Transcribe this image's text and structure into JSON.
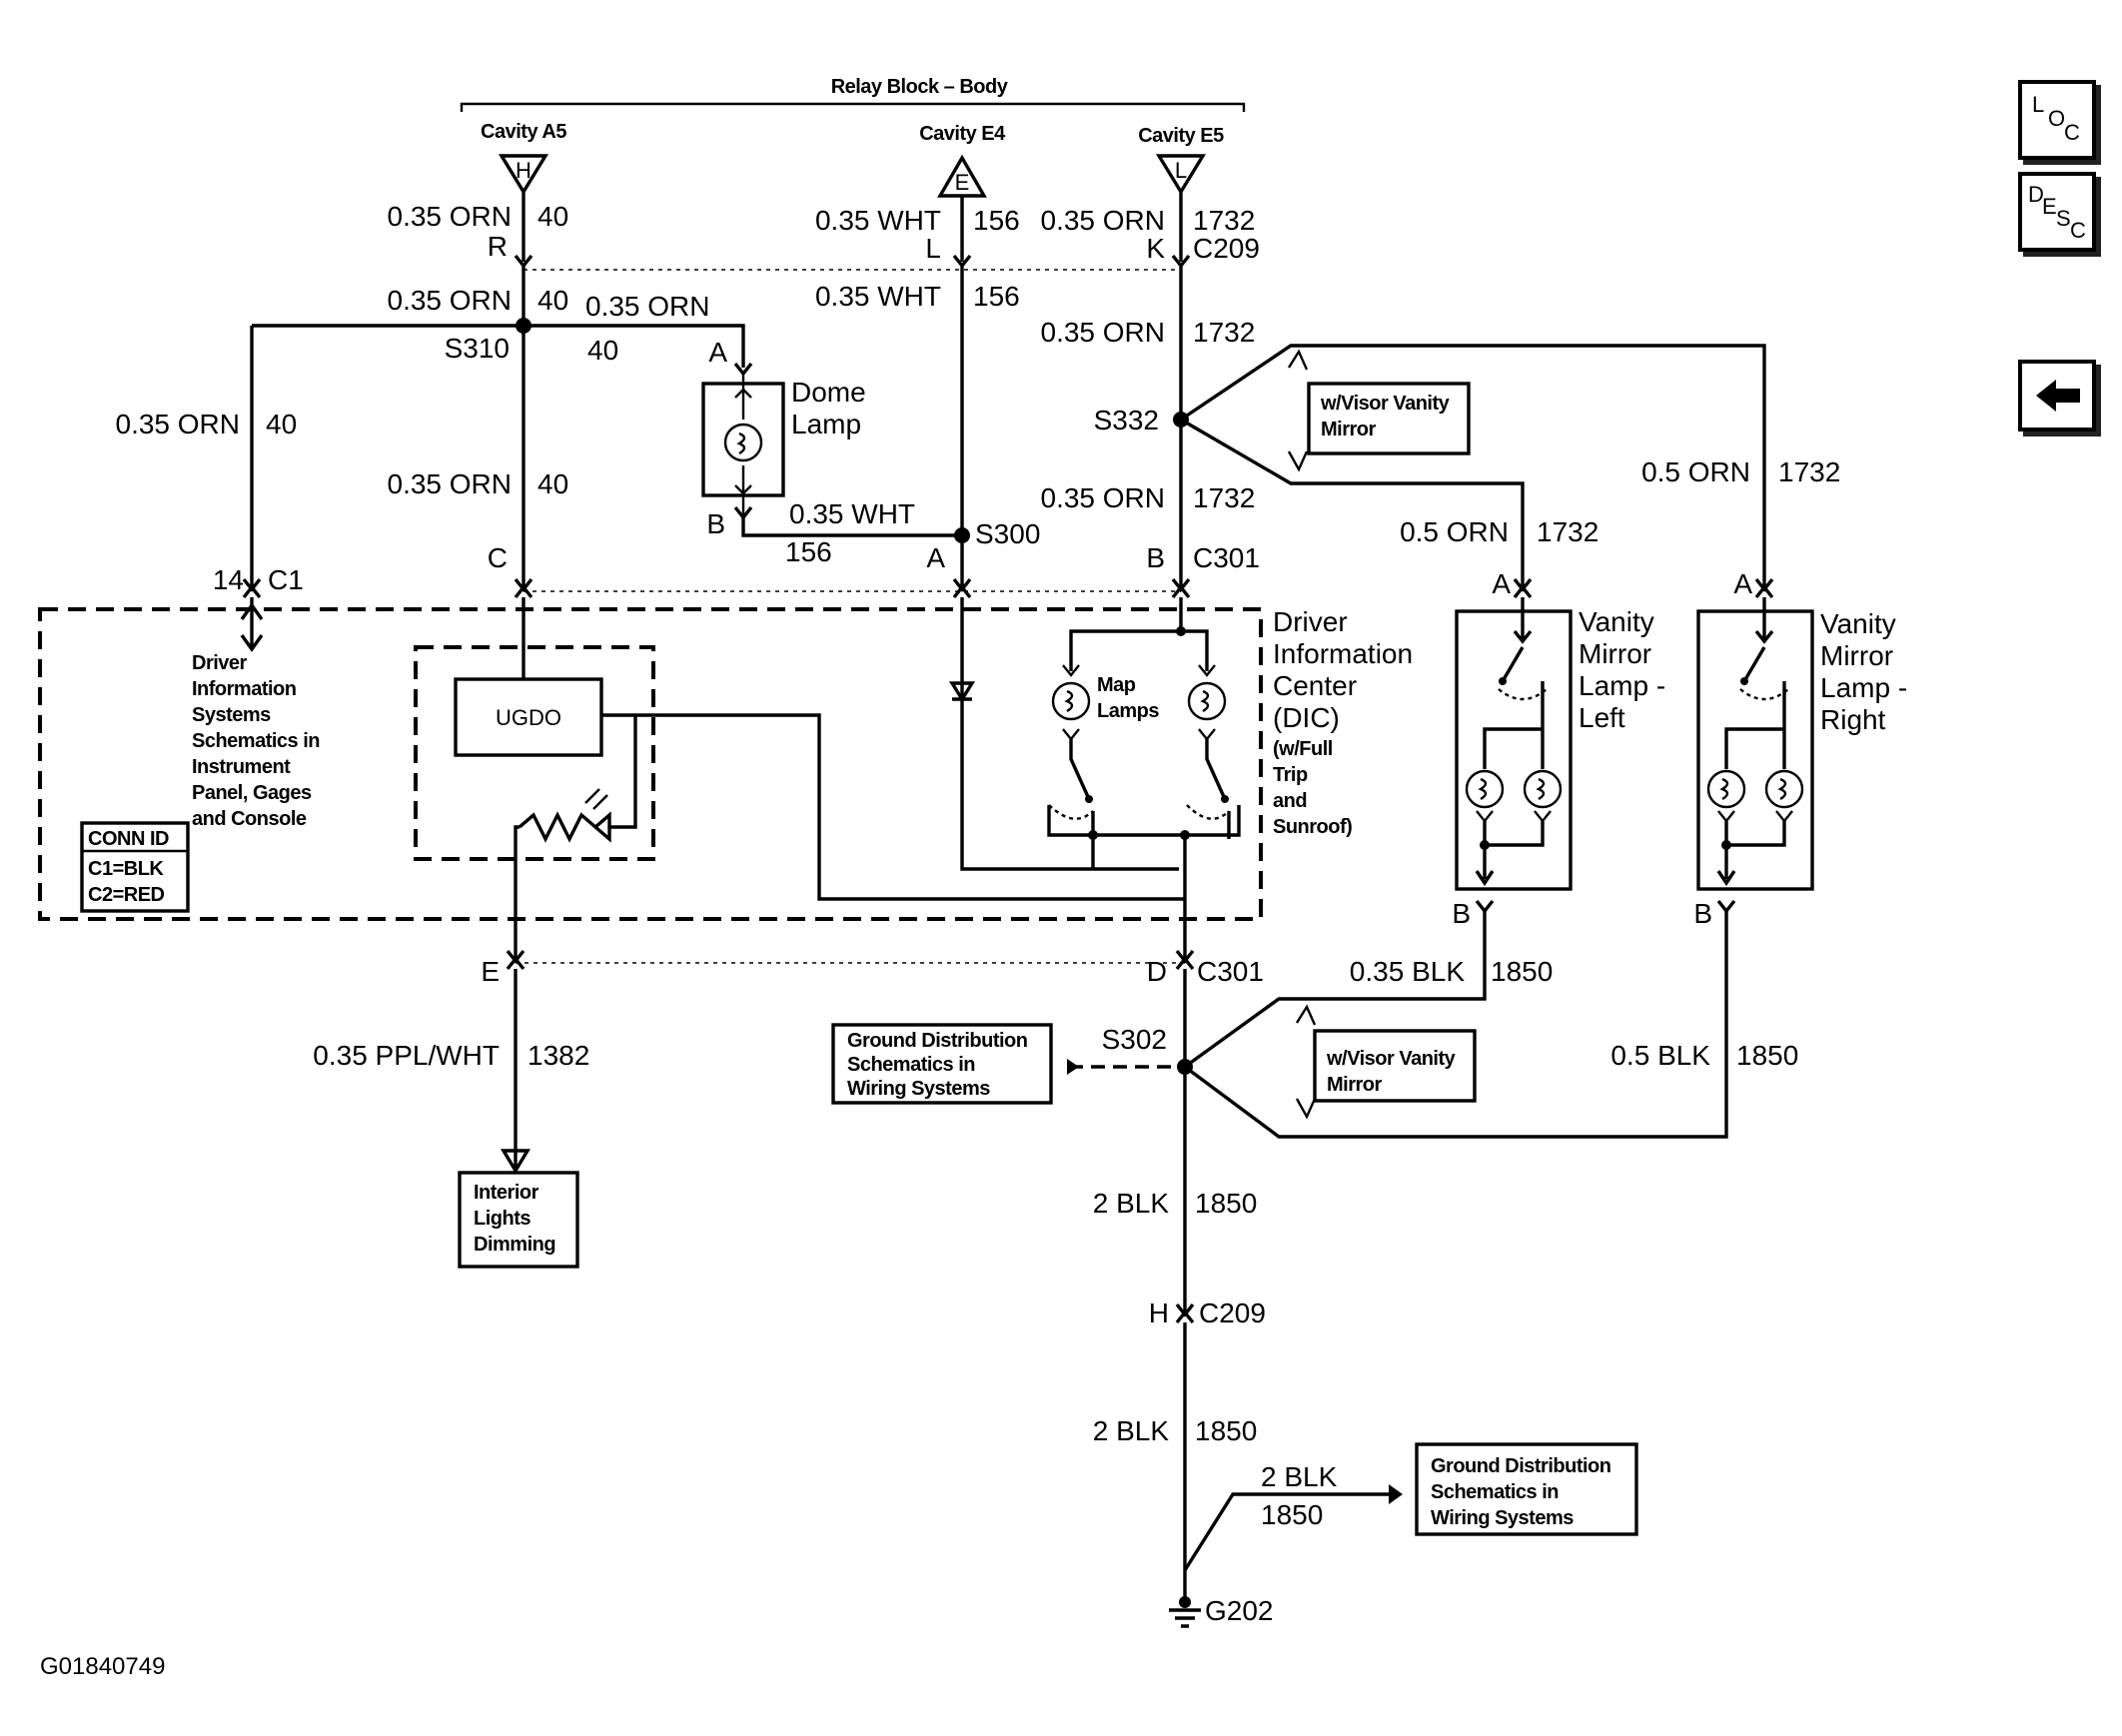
{
  "relay_block": {
    "title": "Relay Block – Body",
    "cavity_a5": "Cavity A5",
    "cavity_e4": "Cavity E4",
    "cavity_e5": "Cavity E5",
    "pin_h": "H",
    "pin_e": "E",
    "pin_l": "L"
  },
  "wires": {
    "w1": {
      "label": "0.35 ORN",
      "num": "40"
    },
    "w2": {
      "label": "0.35 WHT",
      "num": "156"
    },
    "w3": {
      "label": "0.35 ORN",
      "num": "1732"
    },
    "w4": {
      "label": "0.35 ORN",
      "num": "40"
    },
    "w5": {
      "label": "0.35 ORN",
      "num": "40"
    },
    "w6": {
      "label": "0.35 WHT",
      "num": "156"
    },
    "w7": {
      "label": "0.35 ORN",
      "num": "1732"
    },
    "w8": {
      "label": "0.35 ORN",
      "num": "40"
    },
    "w9": {
      "label": "0.35 ORN",
      "num": "40"
    },
    "w10": {
      "label": "0.35 WHT",
      "num": "156"
    },
    "w11": {
      "label": "0.35 ORN",
      "num": "1732"
    },
    "w12": {
      "label": "0.5 ORN",
      "num": "1732"
    },
    "w13": {
      "label": "0.5 ORN",
      "num": "1732"
    },
    "w14": {
      "label": "0.35 BLK",
      "num": "1850"
    },
    "w15": {
      "label": "0.35 PPL/WHT",
      "num": "1382"
    },
    "w16": {
      "label": "0.5 BLK",
      "num": "1850"
    },
    "w17": {
      "label": "2 BLK",
      "num": "1850"
    },
    "w18": {
      "label": "2 BLK",
      "num": "1850"
    },
    "w19": {
      "label": "2 BLK",
      "num": "1850"
    }
  },
  "pins": {
    "r": "R",
    "l": "L",
    "k": "K",
    "c209_top": "C209",
    "a_dome": "A",
    "b_dome": "B",
    "c1_num": "14",
    "c1": "C1",
    "c_pin": "C",
    "a_pin": "A",
    "b_pin": "B",
    "c301_top": "C301",
    "a_left": "A",
    "a_right": "A",
    "b_left": "B",
    "b_right": "B",
    "e_pin": "E",
    "d_pin": "D",
    "c301_bot": "C301",
    "h_pin": "H",
    "c209_bot": "C209"
  },
  "splices": {
    "s310": "S310",
    "s332": "S332",
    "s300": "S300",
    "s302": "S302",
    "g202": "G202"
  },
  "components": {
    "dome_lamp": [
      "Dome",
      "Lamp"
    ],
    "dic": [
      "Driver",
      "Information",
      "Center",
      "(DIC)"
    ],
    "dic_note": [
      "(w/Full",
      "Trip",
      "and",
      "Sunroof)"
    ],
    "map_lamps": [
      "Map",
      "Lamps"
    ],
    "ugdo": "UGDO",
    "vanity_left": [
      "Vanity",
      "Mirror",
      "Lamp -",
      "Left"
    ],
    "vanity_right": [
      "Vanity",
      "Mirror",
      "Lamp -",
      "Right"
    ]
  },
  "notes": {
    "dis": [
      "Driver",
      "Information",
      "Systems",
      "Schematics in",
      "Instrument",
      "Panel, Gages",
      "and Console"
    ],
    "conn_id": [
      "CONN ID",
      "C1=BLK",
      "C2=RED"
    ],
    "visor_top": [
      "w/Visor Vanity",
      "Mirror"
    ],
    "visor_bot": [
      "w/Visor Vanity",
      "Mirror"
    ],
    "ground_dist_1": [
      "Ground Distribution",
      "Schematics in",
      "Wiring Systems"
    ],
    "ground_dist_2": [
      "Ground Distribution",
      "Schematics in",
      "Wiring Systems"
    ],
    "interior_dim": [
      "Interior",
      "Lights",
      "Dimming"
    ]
  },
  "figure_id": "G01840749",
  "nav": {
    "loc": {
      "l": "L",
      "o": "O",
      "c": "C",
      "icon": "loc-icon"
    },
    "desc": {
      "d": "D",
      "e": "E",
      "s": "S",
      "c": "C",
      "icon": "desc-icon"
    },
    "back": {
      "icon": "back-arrow-icon"
    }
  }
}
